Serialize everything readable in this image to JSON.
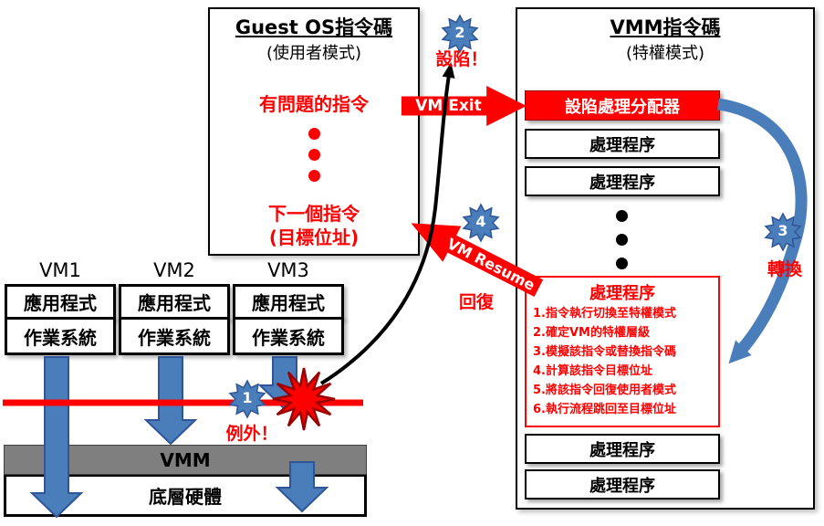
{
  "guest_box": {
    "title": "Guest OS指令碼",
    "subtitle": "(使用者模式)",
    "problem_instruction": "有問題的指令",
    "next_instruction": "下一個指令",
    "target_address": "(目標位址)"
  },
  "vmm_box": {
    "title": "VMM指令碼",
    "subtitle": "(特權模式)",
    "dispatcher": "設陷處理分配器",
    "handlers_top": [
      "處理程序",
      "處理程序"
    ],
    "red_handler": {
      "title": "處理程序",
      "steps": [
        "1.指令執行切換至特權模式",
        "2.確定VM的特權層級",
        "3.模擬該指令或替換指令碼",
        "4.計算該指令目標位址",
        "5.將該指令回復使用者模式",
        "6.執行流程跳回至目標位址"
      ]
    },
    "handlers_bottom": [
      "處理程序",
      "處理程序"
    ]
  },
  "vms": [
    {
      "label": "VM1",
      "app": "應用程式",
      "os": "作業系統"
    },
    {
      "label": "VM2",
      "app": "應用程式",
      "os": "作業系統"
    },
    {
      "label": "VM3",
      "app": "應用程式",
      "os": "作業系統"
    }
  ],
  "platform": {
    "vmm": "VMM",
    "hardware": "底層硬體"
  },
  "arrows": {
    "vm_exit": "VM Exit",
    "vm_resume": "VM Resume"
  },
  "badges": [
    {
      "n": "1",
      "label": "例外！"
    },
    {
      "n": "2",
      "label": "設陷！"
    },
    {
      "n": "3",
      "label": "轉換"
    },
    {
      "n": "4",
      "label": "回復"
    }
  ],
  "colors": {
    "accent_blue": "#4a7ebb",
    "alert_red": "#ff0000",
    "vmm_gray": "#7f7f7f"
  }
}
